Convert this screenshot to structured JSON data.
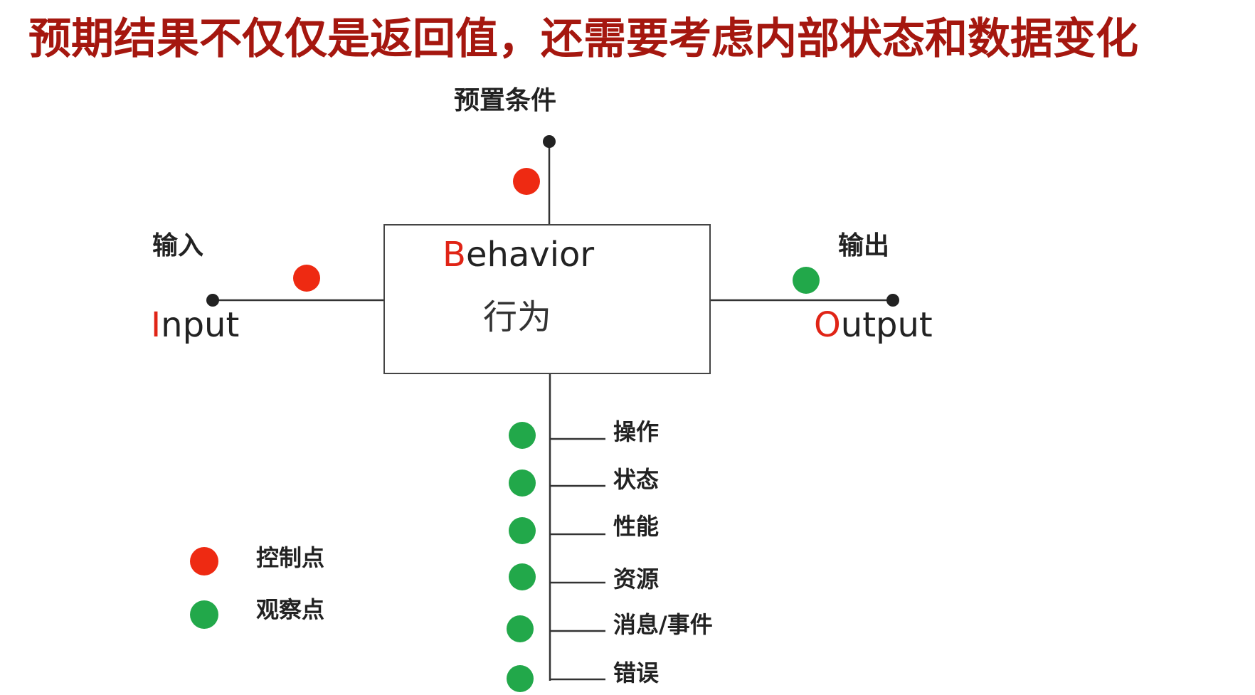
{
  "title": "预期结果不仅仅是返回值，还需要考虑内部状态和数据变化",
  "precondition_label": "预置条件",
  "input": {
    "label_cn": "输入",
    "label_en_first": "I",
    "label_en_rest": "nput"
  },
  "output": {
    "label_cn": "输出",
    "label_en_first": "O",
    "label_en_rest": "utput"
  },
  "behavior": {
    "label_en_first": "B",
    "label_en_rest": "ehavior",
    "label_cn": "行为"
  },
  "observations": [
    "操作",
    "状态",
    "性能",
    "资源",
    "消息/事件",
    "错误"
  ],
  "legend": {
    "control_point": "控制点",
    "observation_point": "观察点"
  },
  "colors": {
    "control": "#ee2a12",
    "observe": "#22a84a",
    "title": "#a5170f",
    "line": "#333333"
  }
}
